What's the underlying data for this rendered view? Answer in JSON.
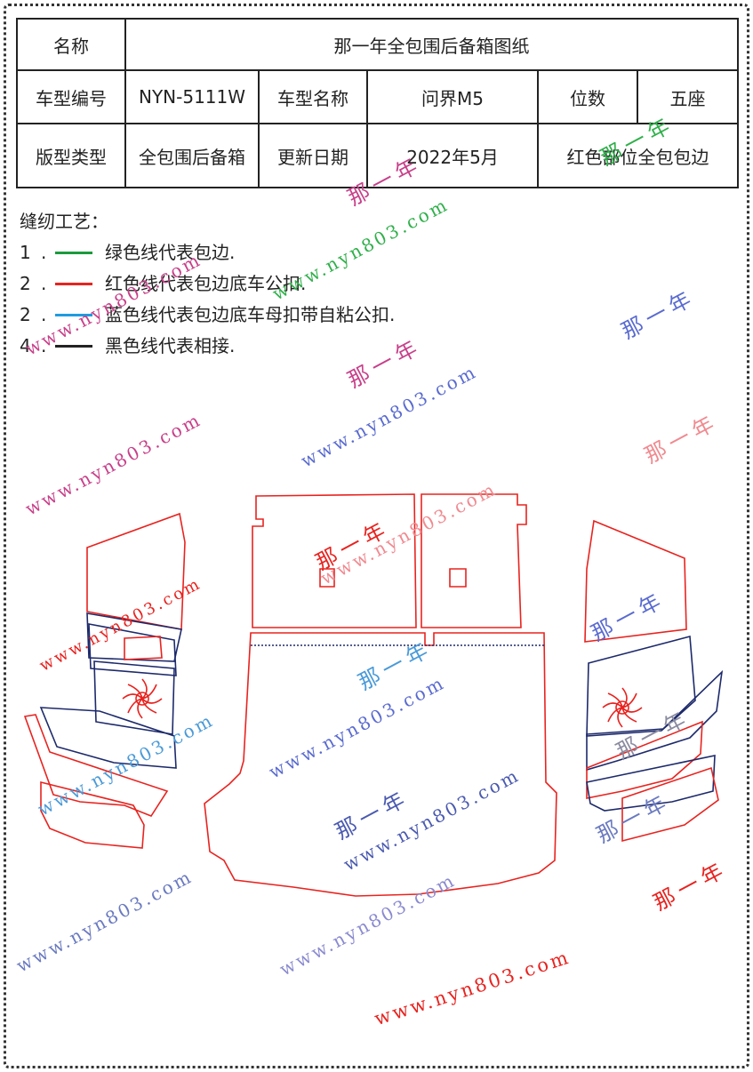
{
  "table": {
    "row1": {
      "label": "名称",
      "value": "那一年全包围后备箱图纸"
    },
    "row2": {
      "code_label": "车型编号",
      "code_value": "NYN-5111W",
      "name_label": "车型名称",
      "name_value": "问界M5",
      "seats_label": "位数",
      "seats_value": "五座"
    },
    "row3": {
      "type_label": "版型类型",
      "type_value": "全包围后备箱",
      "date_label": "更新日期",
      "date_value": "2022年5月",
      "note": "红色部位全包包边"
    }
  },
  "legend": {
    "title": "缝纫工艺：",
    "items": [
      {
        "num": "1",
        "color": "#1a9a3c",
        "text": "绿色线代表包边."
      },
      {
        "num": "2",
        "color": "#e8231f",
        "text": "红色线代表包边底车公扣."
      },
      {
        "num": "2",
        "color": "#1e9be0",
        "text": "蓝色线代表包边底车母扣带自粘公扣."
      },
      {
        "num": "4",
        "color": "#222222",
        "text": "黑色线代表相接."
      }
    ]
  },
  "watermarks": {
    "brand": "那一年",
    "site": "www.nyn803.com"
  },
  "colors": {
    "cut_line": "#e8231f",
    "join_line": "#1d2a6b"
  }
}
